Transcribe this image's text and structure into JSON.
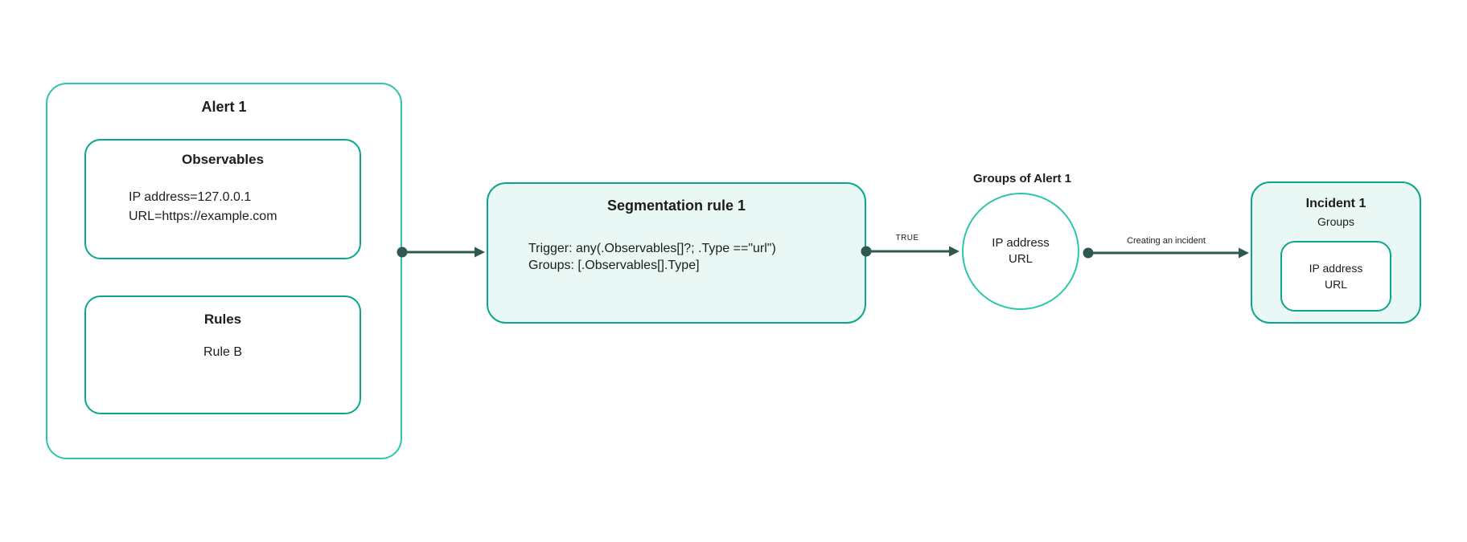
{
  "alert": {
    "title": "Alert 1",
    "observables": {
      "title": "Observables",
      "items": [
        "IP address=127.0.0.1",
        "URL=https://example.com"
      ]
    },
    "rules": {
      "title": "Rules",
      "items": [
        "Rule B"
      ]
    }
  },
  "segmentation_rule": {
    "title": "Segmentation rule 1",
    "trigger": "Trigger: any(.Observables[]?; .Type ==\"url\")",
    "groups": "Groups: [.Observables[].Type]"
  },
  "groups_of_alert": {
    "title": "Groups of Alert 1",
    "items": [
      "IP address",
      "URL"
    ]
  },
  "incident": {
    "title": "Incident 1",
    "subtitle": "Groups",
    "group_items": [
      "IP address",
      "URL"
    ]
  },
  "edges": {
    "alert_to_rule_label": "",
    "rule_to_groups_label": "TRUE",
    "groups_to_incident_label": "Creating an incident"
  },
  "colors": {
    "outer_border": "#2cc6aa",
    "inner_border": "#0aa78c",
    "fill_mint": "#e9f8f4",
    "arrow": "#2f5850",
    "text": "#1d1d1b"
  }
}
